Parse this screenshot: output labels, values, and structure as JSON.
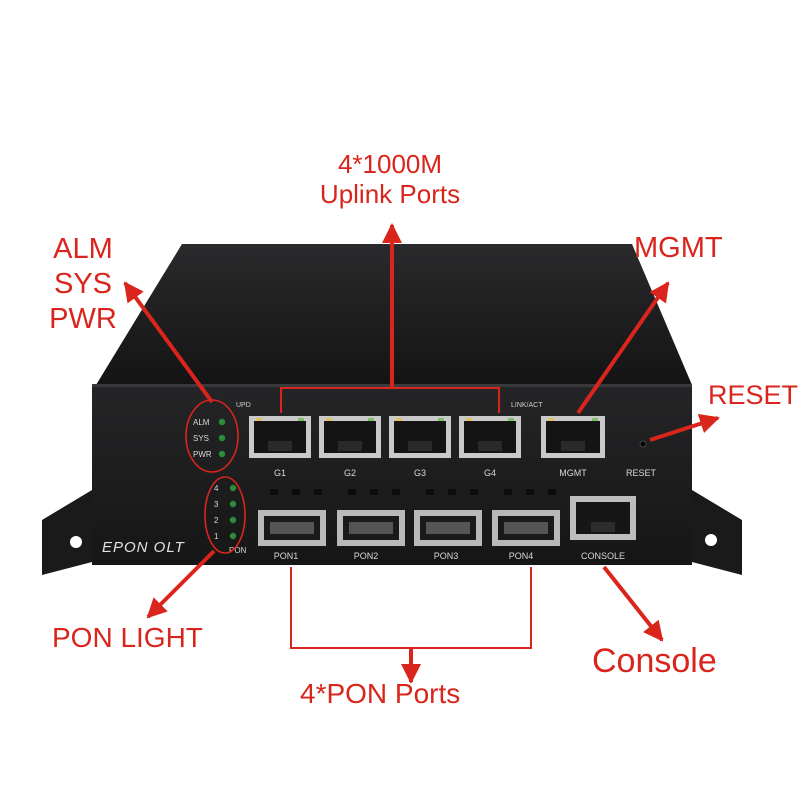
{
  "device": {
    "brand_label": "EPON OLT",
    "led_labels": [
      "ALM",
      "SYS",
      "PWR"
    ],
    "pon_led_numbers": [
      "4",
      "3",
      "2",
      "1"
    ],
    "pon_led_caption": "PON",
    "upd_label": "UPD",
    "link_act_label": "LINK/ACT",
    "uplink_ports": [
      "G1",
      "G2",
      "G3",
      "G4"
    ],
    "mgmt_port": "MGMT",
    "reset_label": "RESET",
    "pon_ports": [
      "PON1",
      "PON2",
      "PON3",
      "PON4"
    ],
    "console_port": "CONSOLE"
  },
  "annotations": {
    "uplink_line1": "4*1000M",
    "uplink_line2": "Uplink Ports",
    "status_leds": [
      "ALM",
      "SYS",
      "PWR"
    ],
    "mgmt": "MGMT",
    "reset": "RESET",
    "pon_light": "PON LIGHT",
    "console": "Console",
    "pon_ports": "4*PON Ports"
  },
  "colors": {
    "annotation": "#d9251c",
    "chassis": "#1c1c1e",
    "led": "#2e8b3a"
  }
}
